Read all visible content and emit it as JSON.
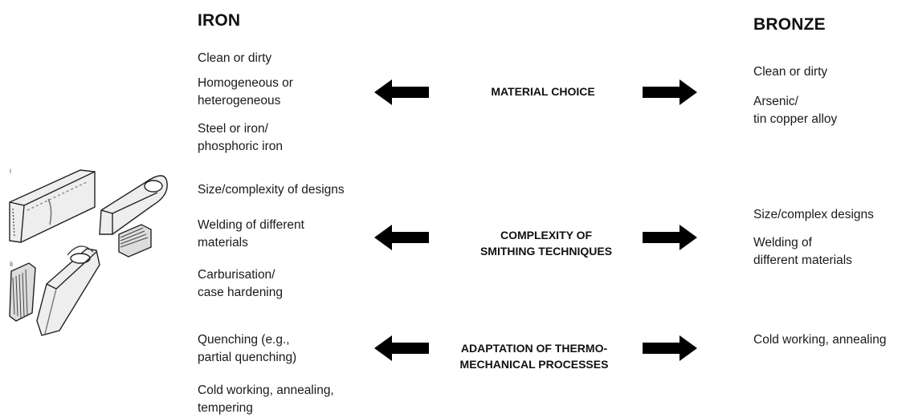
{
  "iron": {
    "heading": "IRON",
    "material_items": [
      "Clean or dirty",
      "Homogeneous or\nheterogeneous",
      "Steel or iron/\nphosphoric iron"
    ],
    "smithing_items": [
      "Size/complexity of designs",
      "Welding of different\nmaterials",
      "Carburisation/\ncase hardening"
    ],
    "thermo_items": [
      "Quenching (e.g.,\npartial quenching)",
      "Cold working, annealing,\ntempering"
    ]
  },
  "bronze": {
    "heading": "BRONZE",
    "material_items": [
      "Clean or dirty",
      "Arsenic/\ntin copper alloy"
    ],
    "smithing_items": [
      "Size/complex designs",
      "Welding of\ndifferent materials"
    ],
    "thermo_items": [
      "Cold working, annealing"
    ]
  },
  "center": {
    "material": "MATERIAL CHOICE",
    "smithing": "COMPLEXITY OF\nSMITHING TECHNIQUES",
    "thermo": "ADAPTATION OF THERMO-\nMECHANICAL PROCESSES"
  },
  "illustration": {
    "labels": [
      "i",
      "ii"
    ],
    "icon": "axe-forging-sketch-icon"
  },
  "colors": {
    "arrow": "#000000",
    "text": "#111111"
  }
}
